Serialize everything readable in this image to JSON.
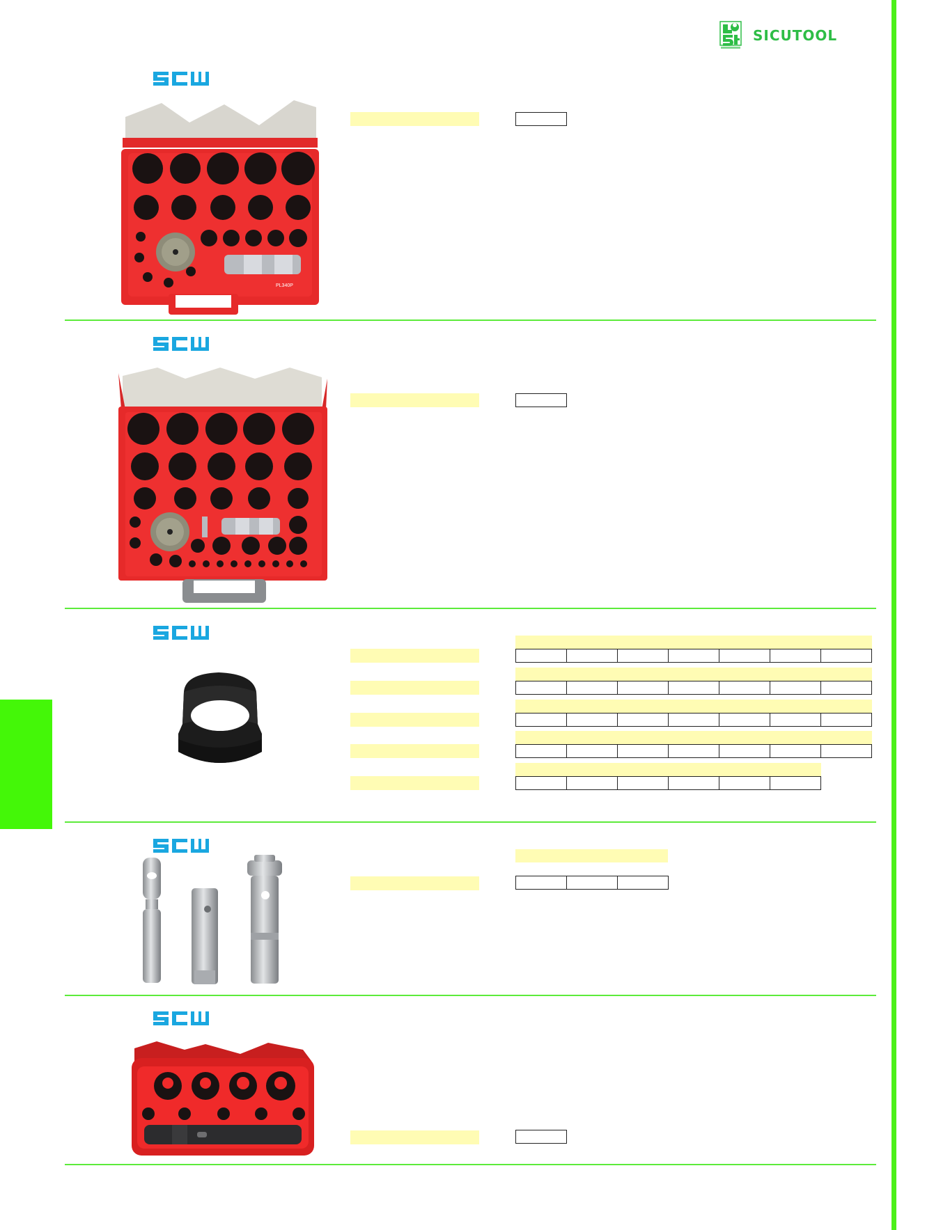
{
  "brand": {
    "name": "SICUTOOL",
    "logo_icon": "sicutool-wrench-logo-icon",
    "colors": {
      "brand_green": "#2ebd46",
      "accent_green": "#4cf01a",
      "divider_green": "#5ceb3a",
      "label_yellow": "#fffcb4",
      "scu_blue": "#1aa7e0",
      "case_red": "#e62a2a"
    }
  },
  "sections": [
    {
      "brand_mark": "SCU",
      "product_image": "red-punch-kit-case-icon",
      "case_label": "PL340P",
      "label_bar": "",
      "code_box": ""
    },
    {
      "brand_mark": "SCU",
      "product_image": "large-red-punch-kit-case-icon",
      "label_bar": "",
      "code_box": ""
    },
    {
      "brand_mark": "SCU",
      "product_image": "hollow-punch-ring-icon",
      "rows": [
        {
          "label_bar": "",
          "header": "",
          "cells": [
            "",
            "",
            "",
            "",
            "",
            "",
            ""
          ]
        },
        {
          "label_bar": "",
          "header": "",
          "cells": [
            "",
            "",
            "",
            "",
            "",
            "",
            ""
          ]
        },
        {
          "label_bar": "",
          "header": "",
          "cells": [
            "",
            "",
            "",
            "",
            "",
            "",
            ""
          ]
        },
        {
          "label_bar": "",
          "header": "",
          "cells": [
            "",
            "",
            "",
            "",
            "",
            "",
            ""
          ]
        },
        {
          "label_bar": "",
          "header": "",
          "cells": [
            "",
            "",
            "",
            "",
            "",
            ""
          ]
        }
      ]
    },
    {
      "brand_mark": "SCU",
      "product_image": "punch-handles-icon",
      "label_bar": "",
      "header": "",
      "cells": [
        "",
        "",
        ""
      ]
    },
    {
      "brand_mark": "SCU",
      "product_image": "small-red-punch-kit-case-icon",
      "label_bar": "",
      "code_box": ""
    }
  ]
}
